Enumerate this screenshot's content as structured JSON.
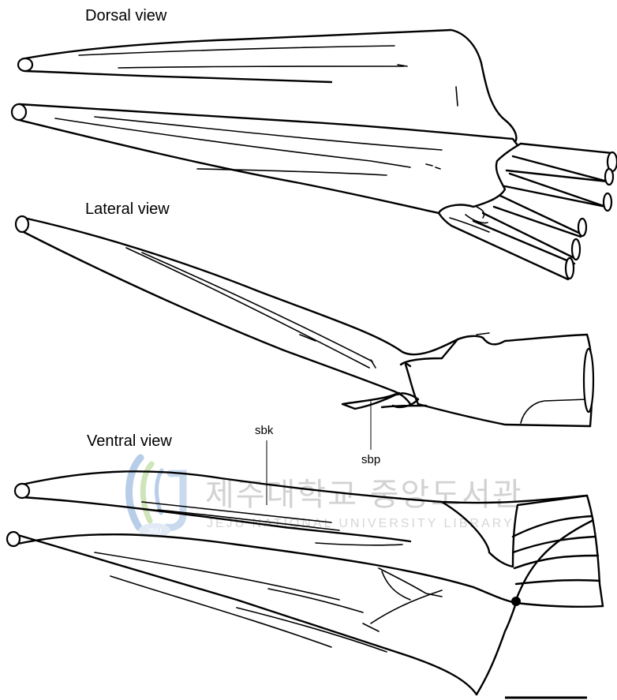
{
  "figure": {
    "views": {
      "dorsal": "Dorsal view",
      "lateral": "Lateral view",
      "ventral": "Ventral view"
    },
    "annotations": {
      "sbk": "sbk",
      "sbp": "sbp"
    },
    "watermark": {
      "name_korean": "제주대학교 중앙도서관",
      "name_english": "JEJU NATIONAL UNIVERSITY LIBRARY",
      "emblem_text": "JNU"
    },
    "colors": {
      "ink": "#000000",
      "paper": "#ffffff",
      "watermark_gray": "#d2d2d2",
      "watermark_blue": "#7fa7d6",
      "watermark_green": "#a9cf7f"
    }
  }
}
